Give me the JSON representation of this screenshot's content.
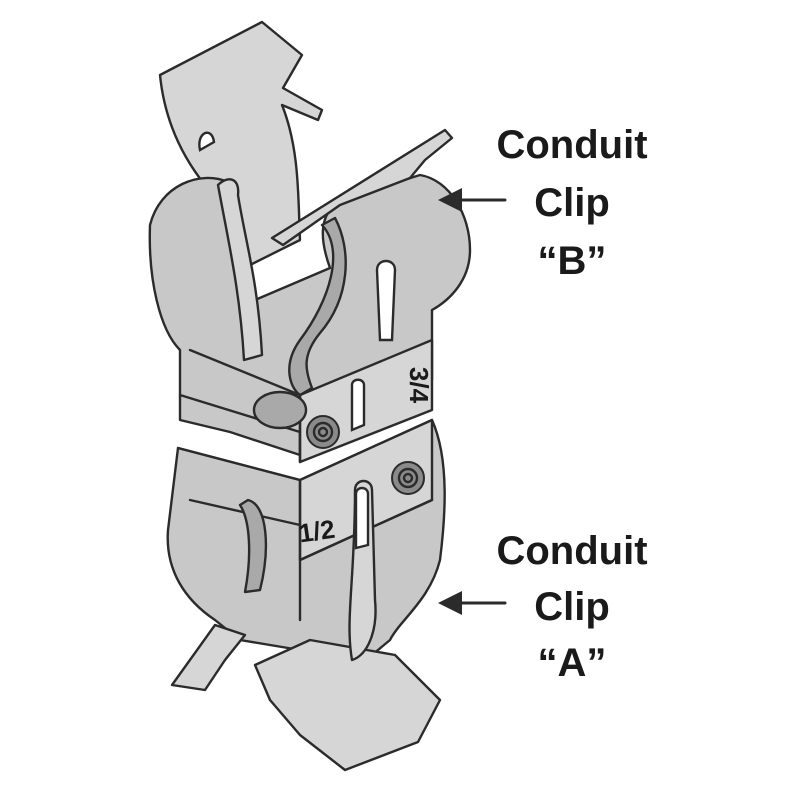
{
  "callouts": [
    {
      "id": "clip-b",
      "lines": [
        "Conduit",
        "Clip",
        "“B”"
      ]
    },
    {
      "id": "clip-a",
      "lines": [
        "Conduit",
        "Clip",
        "“A”"
      ]
    }
  ],
  "size_marks": {
    "clip_b": "3/4",
    "clip_a": "1/2"
  },
  "colors": {
    "metal": "#c8c8c8",
    "outline": "#2b2b2b",
    "text": "#1a1a1a"
  }
}
